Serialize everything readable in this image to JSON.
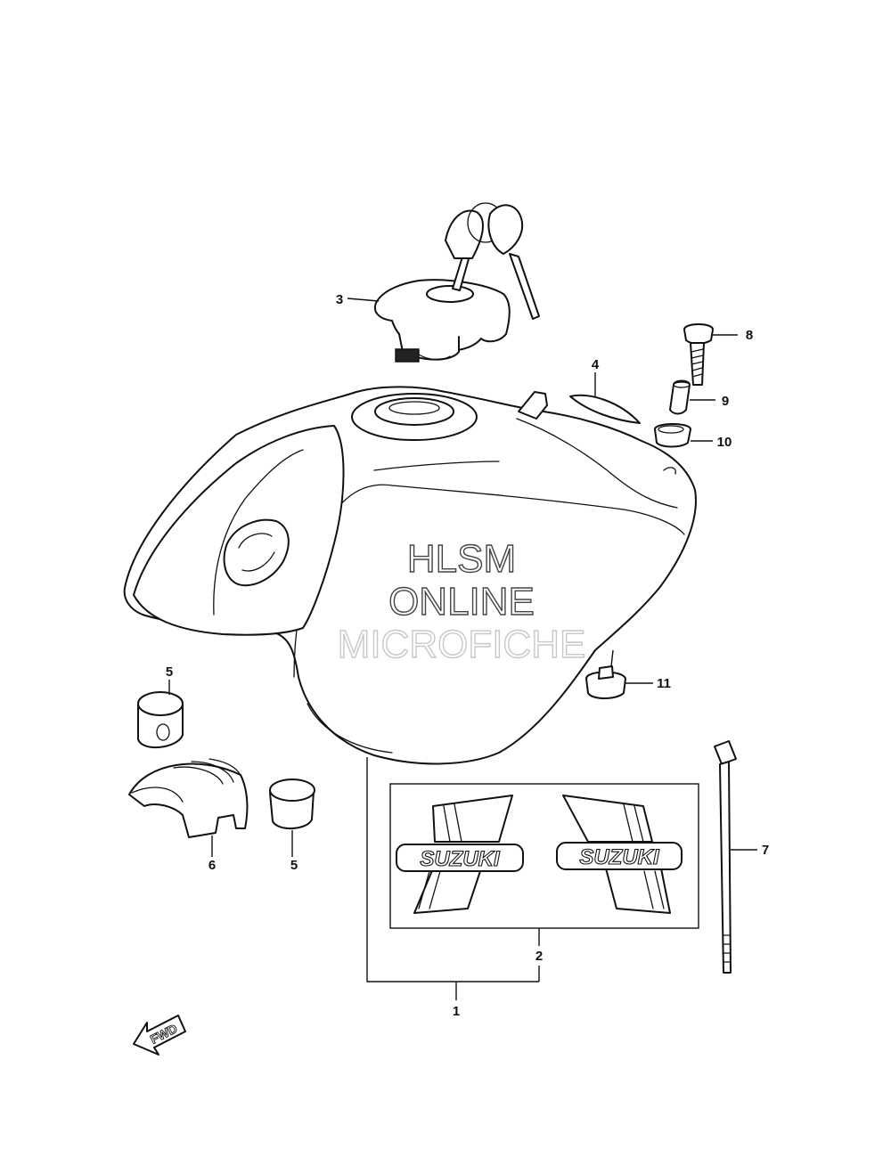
{
  "diagram": {
    "watermark": [
      "HLSM",
      "ONLINE",
      "MICROFICHE"
    ],
    "decal_logo": "SUZUKI",
    "direction_marker": "FWD",
    "callouts": [
      {
        "id": "callout-1",
        "label": "1"
      },
      {
        "id": "callout-2",
        "label": "2"
      },
      {
        "id": "callout-3",
        "label": "3"
      },
      {
        "id": "callout-4",
        "label": "4"
      },
      {
        "id": "callout-5a",
        "label": "5"
      },
      {
        "id": "callout-5b",
        "label": "5"
      },
      {
        "id": "callout-6",
        "label": "6"
      },
      {
        "id": "callout-7",
        "label": "7"
      },
      {
        "id": "callout-8",
        "label": "8"
      },
      {
        "id": "callout-9",
        "label": "9"
      },
      {
        "id": "callout-10",
        "label": "10"
      },
      {
        "id": "callout-11",
        "label": "11"
      }
    ]
  }
}
